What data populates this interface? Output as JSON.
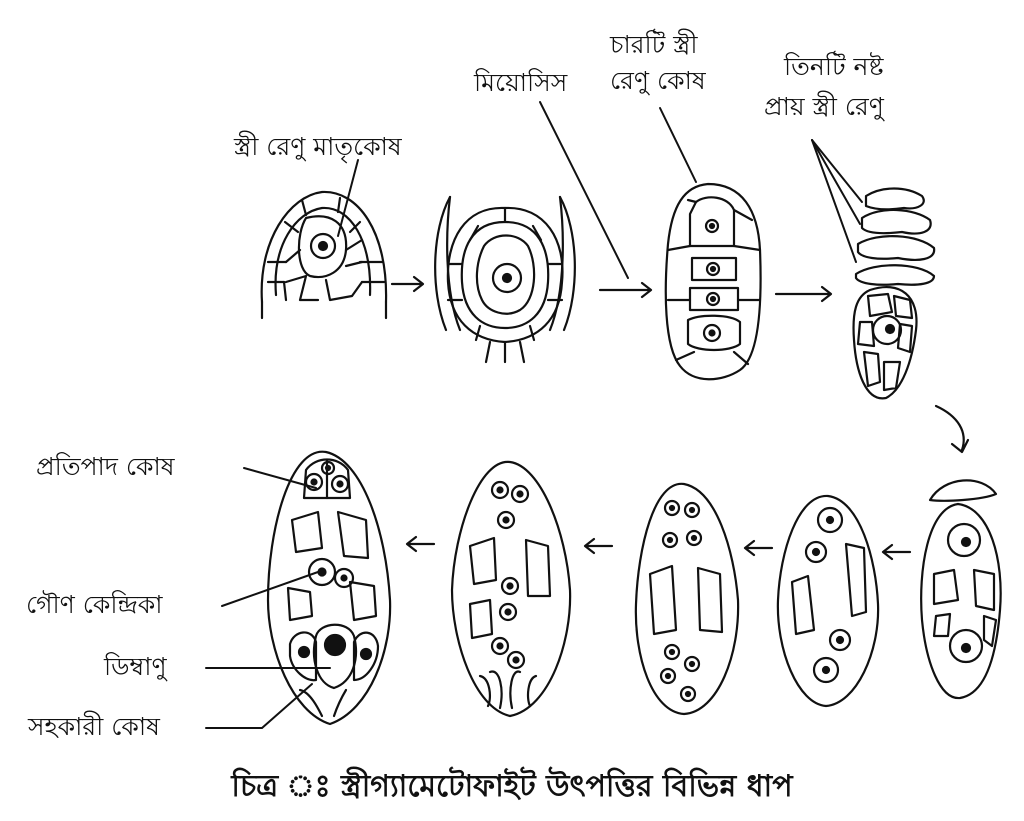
{
  "labels": {
    "megaspore_mother_cell": "স্ত্রী রেণু মাতৃকোষ",
    "meiosis": "মিয়োসিস",
    "four_megaspores_line1": "চারটি স্ত্রী",
    "four_megaspores_line2": "রেণু কোষ",
    "three_degenerating_line1": "তিনটি নষ্ট",
    "three_degenerating_line2": "প্রায় স্ত্রী রেণু",
    "antipodal_cells": "প্রতিপাদ কোষ",
    "polar_nuclei": "গৌণ কেন্দ্রিকা",
    "egg_cell": "ডিম্বাণু",
    "synergids": "সহকারী কোষ"
  },
  "caption": "চিত্র ঃ স্ত্রীগ্যামেটোফাইট উৎপত্তির বিভিন্ন ধাপ",
  "colors": {
    "stroke": "#111111",
    "background": "#ffffff"
  }
}
